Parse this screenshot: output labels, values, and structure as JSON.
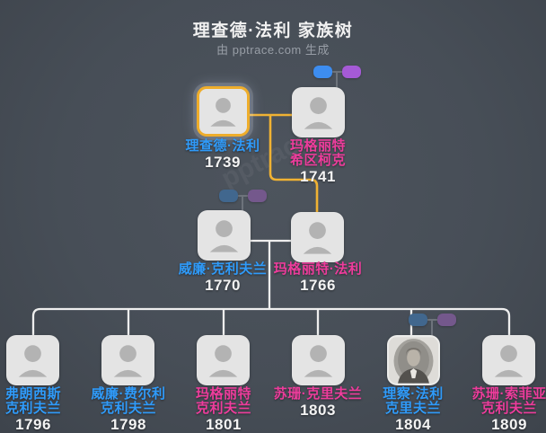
{
  "header": {
    "title": "理查德·法利 家族树",
    "subtitle": "由 pptrace.com 生成"
  },
  "watermark": "pptrace",
  "colors": {
    "background": "#474e57",
    "card": "#e4e4e4",
    "avatar": "#b3b3b3",
    "highlight_border": "#eead2b",
    "spouse_line_highlight": "#f0b233",
    "descent_line": "#efefef",
    "male_name": "#2f9bfa",
    "female_name": "#ee3c9c",
    "year_text": "#f3f3f3",
    "chip_blue": "#3d8df0",
    "chip_purple": "#a55ad6",
    "chip_blue_muted": "#41678e",
    "chip_purple_muted": "#74588c"
  },
  "people": {
    "richard_farley": {
      "line1": "理查德·法利",
      "year": "1739"
    },
    "margaret_hitchcock": {
      "line1": "玛格丽特",
      "line2": "希区柯克",
      "year": "1741"
    },
    "william_cleveland": {
      "line1": "威廉·克利夫兰",
      "year": "1770"
    },
    "margaret_farley": {
      "line1": "玛格丽特·法利",
      "year": "1766"
    },
    "francis_cleveland": {
      "line1": "弗朗西斯",
      "line2": "克利夫兰",
      "year": "1796"
    },
    "william_fairlee_cleveland": {
      "line1": "威廉·费尔利",
      "line2": "克利夫兰",
      "year": "1798"
    },
    "margaret_cleveland": {
      "line1": "玛格丽特",
      "line2": "克利夫兰",
      "year": "1801"
    },
    "susan_cleveland": {
      "line1": "苏珊·克里夫兰",
      "year": "1803"
    },
    "richard_falley_cleveland": {
      "line1": "理察·法利",
      "line2": "克里夫兰",
      "year": "1804"
    },
    "susan_sophia_cleveland": {
      "line1": "苏珊·索菲亚",
      "line2": "克利夫兰",
      "year": "1809"
    }
  }
}
